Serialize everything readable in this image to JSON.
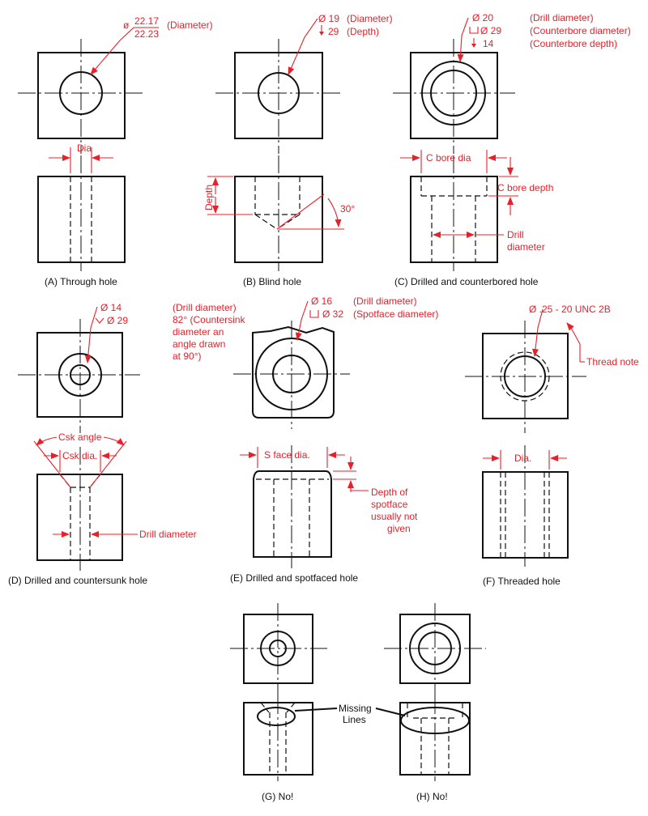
{
  "panel_a": {
    "caption": "(A) Through hole",
    "dia_symbol": "ø",
    "dia_upper": "22.17",
    "dia_lower": "22.23",
    "dia_note": "(Diameter)",
    "dim_label": "Dia"
  },
  "panel_b": {
    "caption": "(B)  Blind hole",
    "line1_value": "Ø  19",
    "line1_note": "(Diameter)",
    "line2_value": "29",
    "line2_note": "(Depth)",
    "depth_label": "Depth",
    "angle_label": "30°"
  },
  "panel_c": {
    "caption": "(C)  Drilled and counterbored hole",
    "line1_value": "Ø  20",
    "line1_note": "(Drill diameter)",
    "line2_value": "Ø  29",
    "line2_note": "(Counterbore diameter)",
    "line3_value": "14",
    "line3_note": "(Counterbore depth)",
    "cbore_dia_label": "C bore dia",
    "cbore_depth_label": "C bore depth",
    "drill_label_1": "Drill",
    "drill_label_2": "diameter"
  },
  "panel_d": {
    "caption": "(D)  Drilled and countersunk hole",
    "line1_value": "Ø 14",
    "line2_value": "Ø 29",
    "note_lines": [
      "(Drill diameter)",
      "82° (Countersink",
      "diameter an",
      "angle drawn",
      "at 90°)"
    ],
    "csk_angle_label": "Csk angle",
    "csk_dia_label": "Csk dia.",
    "drill_label": "Drill diameter"
  },
  "panel_e": {
    "caption": "(E)  Drilled and spotfaced hole",
    "line1_value": "Ø 16",
    "line1_note": "(Drill diameter)",
    "line2_value": "Ø 32",
    "line2_note": "(Spotface diameter)",
    "sface_label": "S face dia.",
    "depth_lines": [
      "Depth of",
      "spotface",
      "usually not",
      "given"
    ]
  },
  "panel_f": {
    "caption": "(F) Threaded hole",
    "thread_callout": "Ø .25 - 20 UNC 2B",
    "thread_note": "Thread note",
    "dim_label": "Dia."
  },
  "panel_g": {
    "caption": "(G)  No!"
  },
  "panel_h": {
    "caption": "(H)  No!"
  },
  "missing_label_1": "Missing",
  "missing_label_2": "Lines",
  "colors": {
    "annotation": "#e8202a",
    "line": "#111111",
    "background": "#ffffff"
  }
}
